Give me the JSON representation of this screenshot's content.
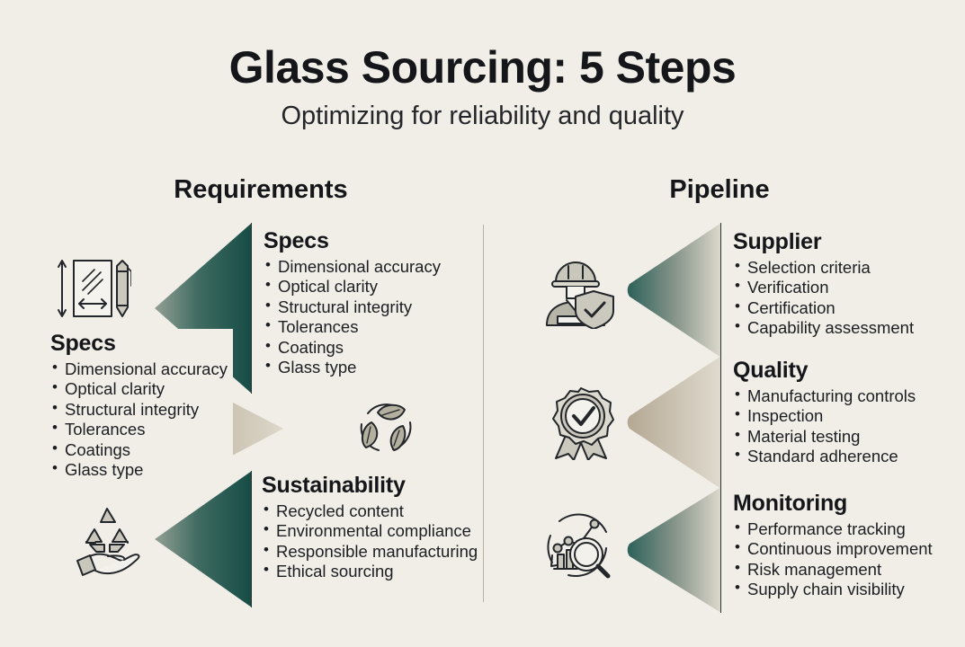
{
  "header": {
    "title": "Glass Sourcing: 5 Steps",
    "subtitle": "Optimizing for reliability and quality"
  },
  "columns": {
    "left": {
      "heading": "Requirements",
      "blocks": [
        {
          "title": "Specs",
          "icon": "glass-pane-measure-icon",
          "items": [
            "Dimensional accuracy",
            "Optical clarity",
            "Structural integrity",
            "Tolerances",
            "Coatings",
            "Glass type"
          ]
        },
        {
          "title": "Sustainability",
          "icon": "hand-recycle-icon",
          "items": [
            "Recycled content",
            "Environmental compliance",
            "Responsible manufacturing",
            "Ethical sourcing"
          ]
        }
      ],
      "overlay_block": {
        "title": "Specs",
        "items": [
          "Dimensional accuracy",
          "Optical clarity",
          "Structural integrity",
          "Tolerances",
          "Coatings",
          "Glass type"
        ]
      },
      "center_icon": "leaf-recycle-circle-icon"
    },
    "right": {
      "heading": "Pipeline",
      "blocks": [
        {
          "title": "Supplier",
          "icon": "worker-shield-check-icon",
          "items": [
            "Selection criteria",
            "Verification",
            "Certification",
            "Capability assessment"
          ]
        },
        {
          "title": "Quality",
          "icon": "award-ribbon-check-icon",
          "items": [
            "Manufacturing controls",
            "Inspection",
            "Material testing",
            "Standard adherence"
          ]
        },
        {
          "title": "Monitoring",
          "icon": "analytics-magnifier-icon",
          "items": [
            "Performance tracking",
            "Continuous improvement",
            "Risk management",
            "Supply chain visibility"
          ]
        }
      ]
    }
  },
  "colors": {
    "background": "#f1eee8",
    "green_dark": "#17504a",
    "green_light": "#8a9b91",
    "tan_dark": "#bcb09c",
    "tan_light": "#ddd7c9",
    "text": "#15161a",
    "divider": "#b9b4a7",
    "icon_stroke": "#23262a",
    "icon_fill": "#c9c6bb"
  }
}
